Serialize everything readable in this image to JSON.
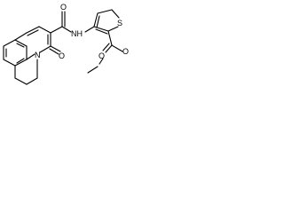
{
  "molecule": {
    "atoms": {
      "O_keto": "O",
      "N_ring": "N",
      "O_amide": "O",
      "N_amide": "NH",
      "S_thiophene": "S",
      "O_ester_carbonyl": "O",
      "O_ester": "O"
    }
  }
}
